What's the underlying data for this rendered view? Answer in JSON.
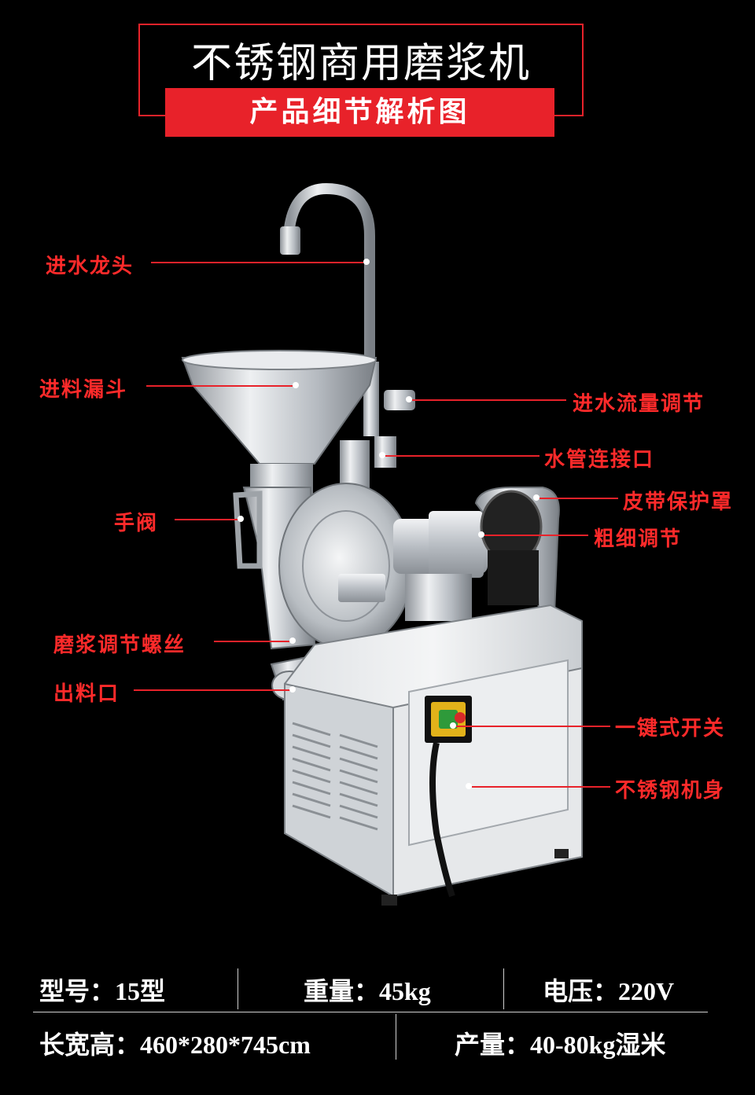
{
  "header": {
    "title": "不锈钢商用磨浆机",
    "subtitle": "产品细节解析图"
  },
  "callouts": {
    "faucet": "进水龙头",
    "hopper": "进料漏斗",
    "flow_adjust": "进水流量调节",
    "pipe_joint": "水管连接口",
    "hand_valve": "手阀",
    "belt_guard": "皮带保护罩",
    "fineness": "粗细调节",
    "grind_screw": "磨浆调节螺丝",
    "outlet": "出料口",
    "switch": "一键式开关",
    "body": "不锈钢机身"
  },
  "specs": {
    "model": "型号：15型",
    "weight": "重量：45kg",
    "voltage": "电压：220V",
    "dimensions": "长宽高：460*280*745cm",
    "output": "产量：40-80kg湿米"
  },
  "colors": {
    "accent": "#e8222a",
    "background": "#000000",
    "steel": "#c8ccd0"
  }
}
